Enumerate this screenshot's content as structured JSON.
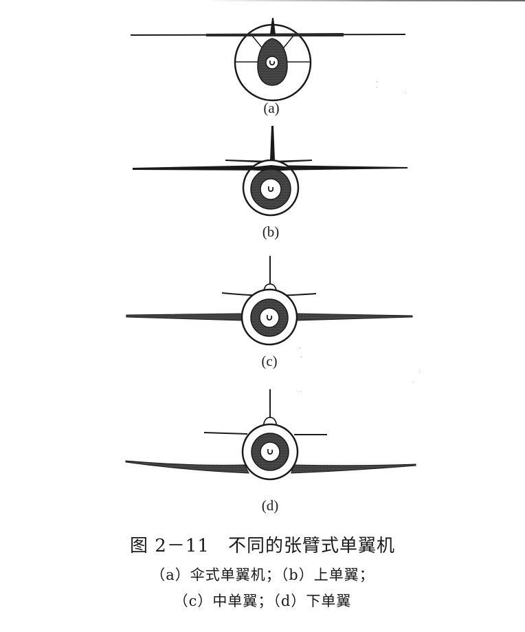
{
  "figure": {
    "panels": [
      {
        "id": "a",
        "label": "(a)",
        "type": "parasol-monoplane"
      },
      {
        "id": "b",
        "label": "(b)",
        "type": "high-wing"
      },
      {
        "id": "c",
        "label": "(c)",
        "type": "mid-wing"
      },
      {
        "id": "d",
        "label": "(d)",
        "type": "low-wing"
      }
    ],
    "colors": {
      "ink": "#1a1a1a",
      "fill": "#4a4a4a",
      "background": "#ffffff"
    }
  },
  "caption": {
    "title": "图 2－11　不同的张臂式单翼机",
    "line1": "（a）伞式单翼机；（b）上单翼；",
    "line2": "（c）中单翼；（d）下单翼"
  }
}
